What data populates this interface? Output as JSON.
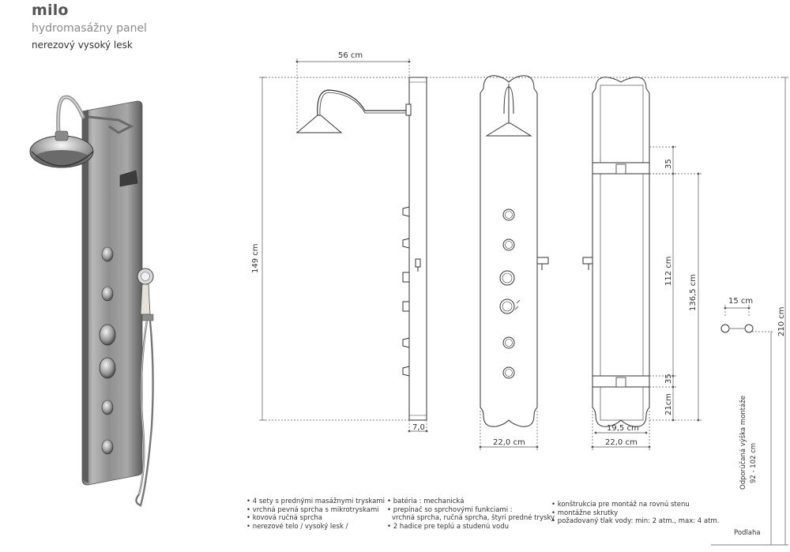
{
  "product": {
    "name": "milo",
    "type": "hydromasážny panel",
    "finish": "nerezový vysoký lesk"
  },
  "dimensions": {
    "head_reach": "56 cm",
    "panel_height": "149 cm",
    "depth": "7,0",
    "width_front": "22,0 cm",
    "width_back": "22,0 cm",
    "bracket_inner": "19,5 cm",
    "top_offset": "35",
    "bottom_offset": "35",
    "bracket_span": "112 cm",
    "overall_span": "136,5 cm",
    "floor_offset": "21cm",
    "connection_spacing": "15 cm",
    "total_height": "210 cm"
  },
  "mounting": {
    "label": "Odporúčaná výška montáže",
    "range": "92 - 102 cm",
    "floor": "Podlaha"
  },
  "features": {
    "col1": [
      "• 4 sety s prednými masážnymi tryskami",
      "• vrchná pevná sprcha s mikrotryskami",
      "• kovová ručná sprcha",
      "• nerezové telo / vysoký lesk /"
    ],
    "col2": [
      "• batéria : mechanická",
      "• prepínač so sprchovými funkciami :",
      "  vrchná sprcha, ručná sprcha, štyri predné trysky",
      "• 2 hadice pre teplú a studenú vodu"
    ],
    "col3": [
      "• konštrukcia pre montáž na rovnú stenu",
      "• montážne skrutky",
      "• požadovaný tlak vody: min: 2 atm., max: 4 atm."
    ]
  }
}
